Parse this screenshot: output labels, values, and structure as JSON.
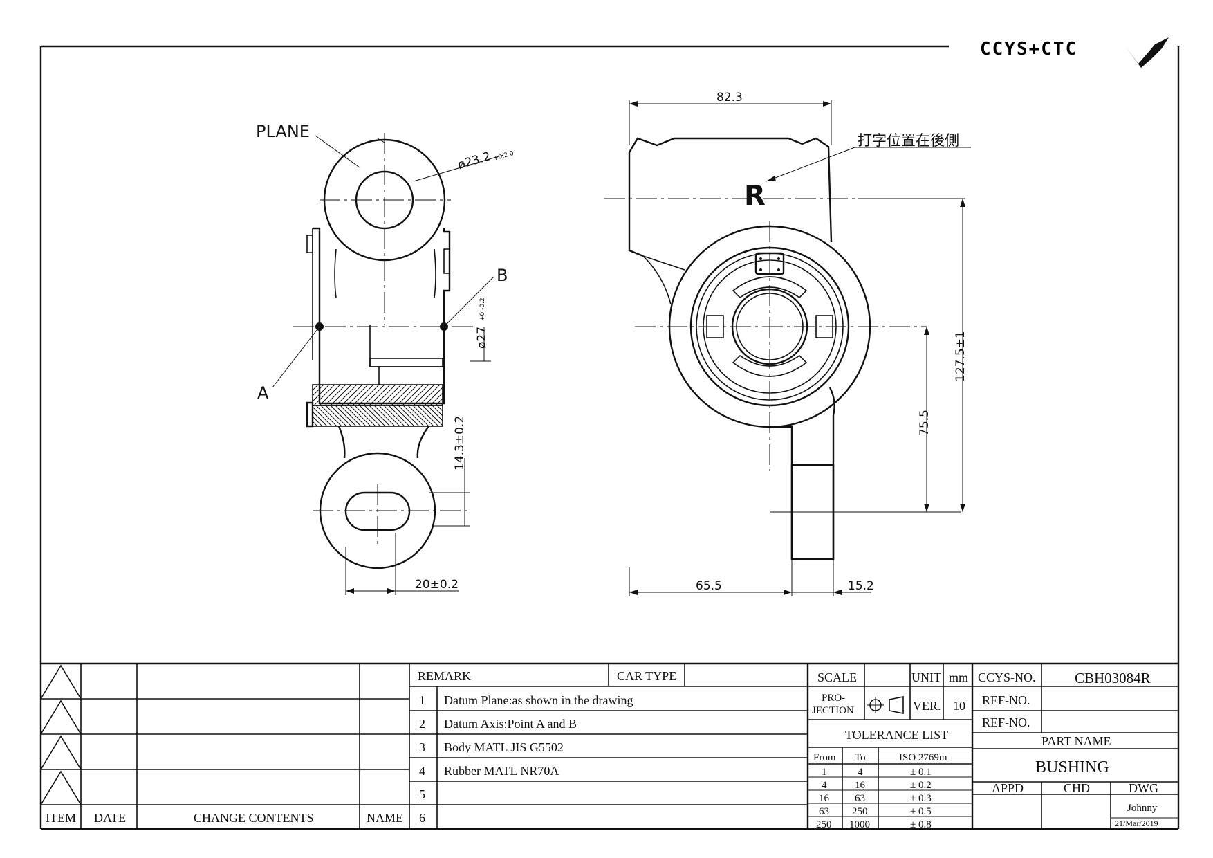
{
  "header": {
    "brand": "CCYS+CTC",
    "logo_icon": "ccys-ctc-logo"
  },
  "drawing": {
    "left_view": {
      "label_plane": "PLANE",
      "label_a": "A",
      "label_b": "B",
      "dim_hole": "ø23.2",
      "dim_hole_tol": "+0.2 0",
      "dim_bore": "ø27",
      "dim_bore_tol": "+0 -0.2",
      "dim_eye": "14.3±0.2",
      "dim_width": "20±0.2"
    },
    "right_view": {
      "dim_top": "82.3",
      "note_cn": "打字位置在後側",
      "mark_r": "R",
      "dim_total_h": "127.5±1",
      "dim_center_h": "75.5",
      "dim_bottom_left": "65.5",
      "dim_bottom_right": "15.2"
    }
  },
  "revision_table": {
    "headers": {
      "item": "ITEM",
      "date": "DATE",
      "change": "CHANGE CONTENTS",
      "name": "NAME"
    }
  },
  "remarks": {
    "header": "REMARK",
    "car_type_label": "CAR TYPE",
    "car_type_value": "",
    "items": [
      {
        "no": "1",
        "text": "Datum Plane:as shown in the drawing"
      },
      {
        "no": "2",
        "text": "Datum Axis:Point A and B"
      },
      {
        "no": "3",
        "text": "Body MATL JIS G5502"
      },
      {
        "no": "4",
        "text": "Rubber MATL NR70A"
      },
      {
        "no": "5",
        "text": ""
      },
      {
        "no": "6",
        "text": ""
      }
    ]
  },
  "spec": {
    "scale_label": "SCALE",
    "scale_value": "",
    "unit_label": "UNIT",
    "unit_value": "mm",
    "projection_label_1": "PRO-",
    "projection_label_2": "JECTION",
    "projection_icon": "third-angle-projection-icon",
    "ver_label": "VER.",
    "ver_value": "10"
  },
  "tolerance": {
    "title": "TOLERANCE LIST",
    "headers": [
      "From",
      "To",
      "ISO 2769m"
    ],
    "rows": [
      [
        "1",
        "4",
        "± 0.1"
      ],
      [
        "4",
        "16",
        "± 0.2"
      ],
      [
        "16",
        "63",
        "± 0.3"
      ],
      [
        "63",
        "250",
        "± 0.5"
      ],
      [
        "250",
        "1000",
        "± 0.8"
      ]
    ]
  },
  "identity": {
    "ccys_no_label": "CCYS-NO.",
    "ccys_no": "CBH03084R",
    "ref_no_label": "REF-NO.",
    "ref_no_1": "",
    "ref_no_2": "",
    "part_name_label": "PART NAME",
    "part_name": "BUSHING",
    "appd": "APPD",
    "chd": "CHD",
    "dwg": "DWG",
    "drawn_by": "Johnny",
    "date": "21/Mar/2019"
  }
}
